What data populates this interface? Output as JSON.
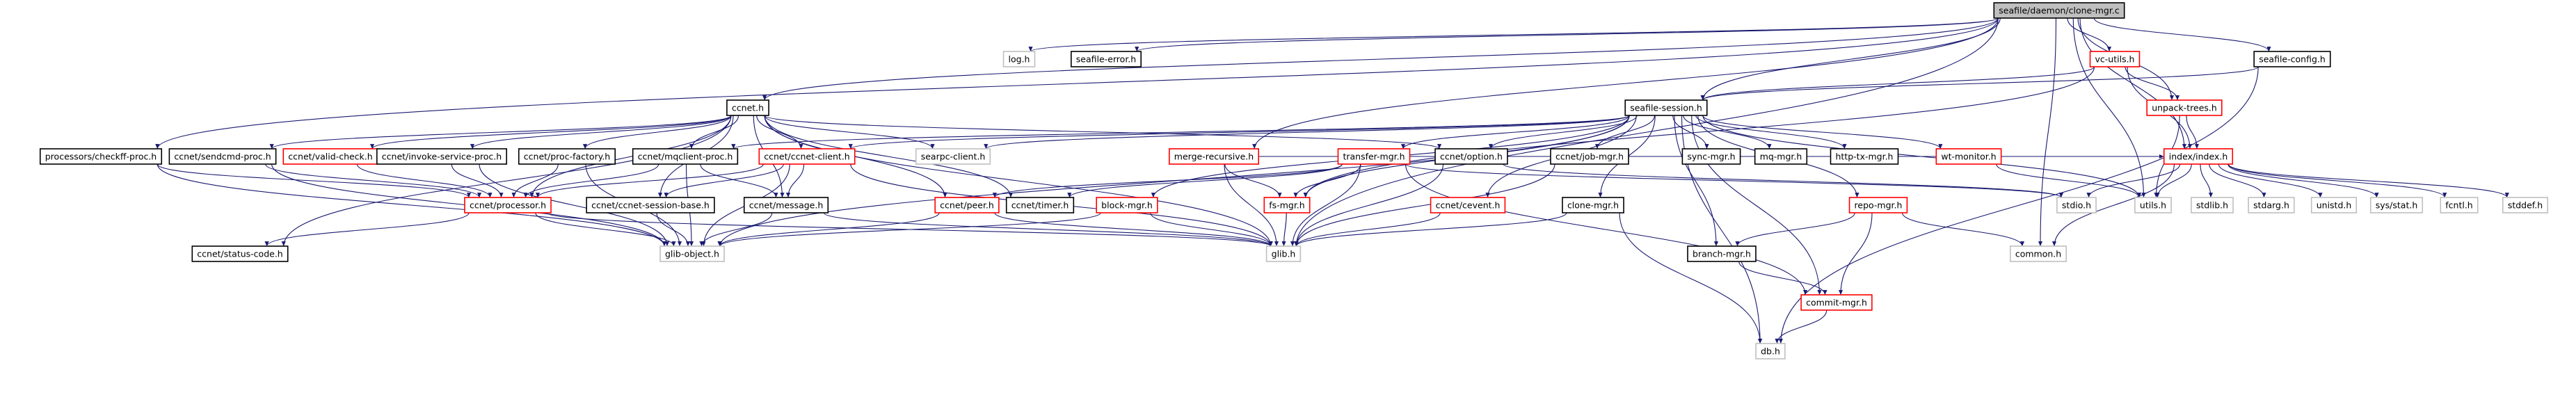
{
  "graph": {
    "root": "seafile/daemon/clone-mgr.c",
    "colors": {
      "edge": "#191970",
      "root_fill": "#bfbfbf",
      "normal_stroke": "#000000",
      "highlight_stroke": "#ff0000",
      "external_stroke": "#bfbfbf",
      "text": "#000000"
    },
    "nodes": [
      {
        "id": "clone_mgr_c",
        "label": "seafile/daemon/clone-mgr.c",
        "kind": "root"
      },
      {
        "id": "log_h",
        "label": "log.h",
        "kind": "external"
      },
      {
        "id": "seafile_error_h",
        "label": "seafile-error.h",
        "kind": "normal"
      },
      {
        "id": "vc_utils_h",
        "label": "vc-utils.h",
        "kind": "highlight"
      },
      {
        "id": "seafile_config_h",
        "label": "seafile-config.h",
        "kind": "normal"
      },
      {
        "id": "ccnet_h",
        "label": "ccnet.h",
        "kind": "normal"
      },
      {
        "id": "seafile_session_h",
        "label": "seafile-session.h",
        "kind": "normal"
      },
      {
        "id": "unpack_trees_h",
        "label": "unpack-trees.h",
        "kind": "highlight"
      },
      {
        "id": "processors_checkff_h",
        "label": "processors/checkff-proc.h",
        "kind": "normal"
      },
      {
        "id": "ccnet_sendcmd_h",
        "label": "ccnet/sendcmd-proc.h",
        "kind": "normal"
      },
      {
        "id": "ccnet_valid_check_h",
        "label": "ccnet/valid-check.h",
        "kind": "highlight"
      },
      {
        "id": "ccnet_invoke_h",
        "label": "ccnet/invoke-service-proc.h",
        "kind": "normal"
      },
      {
        "id": "ccnet_proc_factory_h",
        "label": "ccnet/proc-factory.h",
        "kind": "normal"
      },
      {
        "id": "ccnet_mqclient_h",
        "label": "ccnet/mqclient-proc.h",
        "kind": "normal"
      },
      {
        "id": "ccnet_ccnet_client_h",
        "label": "ccnet/ccnet-client.h",
        "kind": "highlight"
      },
      {
        "id": "searpc_client_h",
        "label": "searpc-client.h",
        "kind": "external"
      },
      {
        "id": "merge_recursive_h",
        "label": "merge-recursive.h",
        "kind": "highlight"
      },
      {
        "id": "transfer_mgr_h",
        "label": "transfer-mgr.h",
        "kind": "highlight"
      },
      {
        "id": "ccnet_option_h",
        "label": "ccnet/option.h",
        "kind": "normal"
      },
      {
        "id": "ccnet_job_mgr_h",
        "label": "ccnet/job-mgr.h",
        "kind": "normal"
      },
      {
        "id": "sync_mgr_h",
        "label": "sync-mgr.h",
        "kind": "normal"
      },
      {
        "id": "mq_mgr_h",
        "label": "mq-mgr.h",
        "kind": "normal"
      },
      {
        "id": "http_tx_mgr_h",
        "label": "http-tx-mgr.h",
        "kind": "normal"
      },
      {
        "id": "wt_monitor_h",
        "label": "wt-monitor.h",
        "kind": "highlight"
      },
      {
        "id": "index_index_h",
        "label": "index/index.h",
        "kind": "highlight"
      },
      {
        "id": "ccnet_processor_h",
        "label": "ccnet/processor.h",
        "kind": "highlight"
      },
      {
        "id": "ccnet_session_base_h",
        "label": "ccnet/ccnet-session-base.h",
        "kind": "normal"
      },
      {
        "id": "ccnet_message_h",
        "label": "ccnet/message.h",
        "kind": "normal"
      },
      {
        "id": "ccnet_peer_h",
        "label": "ccnet/peer.h",
        "kind": "highlight"
      },
      {
        "id": "block_mgr_h",
        "label": "block-mgr.h",
        "kind": "highlight"
      },
      {
        "id": "ccnet_timer_h",
        "label": "ccnet/timer.h",
        "kind": "normal"
      },
      {
        "id": "fs_mgr_h",
        "label": "fs-mgr.h",
        "kind": "highlight"
      },
      {
        "id": "ccnet_cevent_h",
        "label": "ccnet/cevent.h",
        "kind": "highlight"
      },
      {
        "id": "clone_mgr_h",
        "label": "clone-mgr.h",
        "kind": "normal"
      },
      {
        "id": "repo_mgr_h",
        "label": "repo-mgr.h",
        "kind": "highlight"
      },
      {
        "id": "stdio_h",
        "label": "stdio.h",
        "kind": "external"
      },
      {
        "id": "utils_h",
        "label": "utils.h",
        "kind": "external"
      },
      {
        "id": "stdlib_h",
        "label": "stdlib.h",
        "kind": "external"
      },
      {
        "id": "stdarg_h",
        "label": "stdarg.h",
        "kind": "external"
      },
      {
        "id": "unistd_h",
        "label": "unistd.h",
        "kind": "external"
      },
      {
        "id": "sys_stat_h",
        "label": "sys/stat.h",
        "kind": "external"
      },
      {
        "id": "fcntl_h",
        "label": "fcntl.h",
        "kind": "external"
      },
      {
        "id": "stddef_h",
        "label": "stddef.h",
        "kind": "external"
      },
      {
        "id": "ccnet_status_code_h",
        "label": "ccnet/status-code.h",
        "kind": "normal"
      },
      {
        "id": "glib_object_h",
        "label": "glib-object.h",
        "kind": "external"
      },
      {
        "id": "glib_h",
        "label": "glib.h",
        "kind": "external"
      },
      {
        "id": "branch_mgr_h",
        "label": "branch-mgr.h",
        "kind": "normal"
      },
      {
        "id": "common_h",
        "label": "common.h",
        "kind": "external"
      },
      {
        "id": "commit_mgr_h",
        "label": "commit-mgr.h",
        "kind": "highlight"
      },
      {
        "id": "db_h",
        "label": "db.h",
        "kind": "external"
      }
    ],
    "edges": [
      [
        "clone_mgr_c",
        "log_h"
      ],
      [
        "clone_mgr_c",
        "seafile_error_h"
      ],
      [
        "clone_mgr_c",
        "vc_utils_h"
      ],
      [
        "clone_mgr_c",
        "seafile_config_h"
      ],
      [
        "clone_mgr_c",
        "ccnet_h"
      ],
      [
        "clone_mgr_c",
        "seafile_session_h"
      ],
      [
        "clone_mgr_c",
        "unpack_trees_h"
      ],
      [
        "clone_mgr_c",
        "index_index_h"
      ],
      [
        "clone_mgr_c",
        "processors_checkff_h"
      ],
      [
        "clone_mgr_c",
        "merge_recursive_h"
      ],
      [
        "clone_mgr_c",
        "utils_h"
      ],
      [
        "clone_mgr_c",
        "common_h"
      ],
      [
        "clone_mgr_c",
        "glib_h"
      ],
      [
        "vc_utils_h",
        "seafile_session_h"
      ],
      [
        "vc_utils_h",
        "unpack_trees_h"
      ],
      [
        "vc_utils_h",
        "index_index_h"
      ],
      [
        "vc_utils_h",
        "fs_mgr_h"
      ],
      [
        "seafile_config_h",
        "seafile_session_h"
      ],
      [
        "seafile_config_h",
        "db_h"
      ],
      [
        "unpack_trees_h",
        "index_index_h"
      ],
      [
        "unpack_trees_h",
        "utils_h"
      ],
      [
        "ccnet_h",
        "ccnet_sendcmd_h"
      ],
      [
        "ccnet_h",
        "ccnet_valid_check_h"
      ],
      [
        "ccnet_h",
        "ccnet_invoke_h"
      ],
      [
        "ccnet_h",
        "ccnet_proc_factory_h"
      ],
      [
        "ccnet_h",
        "ccnet_mqclient_h"
      ],
      [
        "ccnet_h",
        "ccnet_ccnet_client_h"
      ],
      [
        "ccnet_h",
        "searpc_client_h"
      ],
      [
        "ccnet_h",
        "ccnet_option_h"
      ],
      [
        "ccnet_h",
        "ccnet_processor_h"
      ],
      [
        "ccnet_h",
        "ccnet_session_base_h"
      ],
      [
        "ccnet_h",
        "ccnet_message_h"
      ],
      [
        "ccnet_h",
        "ccnet_peer_h"
      ],
      [
        "ccnet_h",
        "ccnet_timer_h"
      ],
      [
        "ccnet_h",
        "ccnet_status_code_h"
      ],
      [
        "ccnet_h",
        "glib_h"
      ],
      [
        "seafile_session_h",
        "ccnet_mqclient_h"
      ],
      [
        "seafile_session_h",
        "ccnet_ccnet_client_h"
      ],
      [
        "seafile_session_h",
        "searpc_client_h"
      ],
      [
        "seafile_session_h",
        "block_mgr_h"
      ],
      [
        "seafile_session_h",
        "fs_mgr_h"
      ],
      [
        "seafile_session_h",
        "transfer_mgr_h"
      ],
      [
        "seafile_session_h",
        "ccnet_option_h"
      ],
      [
        "seafile_session_h",
        "ccnet_job_mgr_h"
      ],
      [
        "seafile_session_h",
        "sync_mgr_h"
      ],
      [
        "seafile_session_h",
        "mq_mgr_h"
      ],
      [
        "seafile_session_h",
        "http_tx_mgr_h"
      ],
      [
        "seafile_session_h",
        "wt_monitor_h"
      ],
      [
        "seafile_session_h",
        "ccnet_cevent_h"
      ],
      [
        "seafile_session_h",
        "clone_mgr_h"
      ],
      [
        "seafile_session_h",
        "branch_mgr_h"
      ],
      [
        "seafile_session_h",
        "repo_mgr_h"
      ],
      [
        "seafile_session_h",
        "commit_mgr_h"
      ],
      [
        "seafile_session_h",
        "db_h"
      ],
      [
        "seafile_session_h",
        "utils_h"
      ],
      [
        "seafile_session_h",
        "glib_object_h"
      ],
      [
        "processors_checkff_h",
        "ccnet_processor_h"
      ],
      [
        "processors_checkff_h",
        "glib_object_h"
      ],
      [
        "ccnet_sendcmd_h",
        "ccnet_processor_h"
      ],
      [
        "ccnet_sendcmd_h",
        "glib_object_h"
      ],
      [
        "ccnet_valid_check_h",
        "ccnet_processor_h"
      ],
      [
        "ccnet_invoke_h",
        "ccnet_processor_h"
      ],
      [
        "ccnet_invoke_h",
        "glib_object_h"
      ],
      [
        "ccnet_proc_factory_h",
        "ccnet_processor_h"
      ],
      [
        "ccnet_proc_factory_h",
        "glib_object_h"
      ],
      [
        "ccnet_mqclient_h",
        "ccnet_processor_h"
      ],
      [
        "ccnet_mqclient_h",
        "ccnet_message_h"
      ],
      [
        "ccnet_mqclient_h",
        "glib_object_h"
      ],
      [
        "ccnet_ccnet_client_h",
        "ccnet_processor_h"
      ],
      [
        "ccnet_ccnet_client_h",
        "ccnet_session_base_h"
      ],
      [
        "ccnet_ccnet_client_h",
        "ccnet_message_h"
      ],
      [
        "ccnet_ccnet_client_h",
        "glib_object_h"
      ],
      [
        "ccnet_ccnet_client_h",
        "glib_h"
      ],
      [
        "merge_recursive_h",
        "fs_mgr_h"
      ],
      [
        "merge_recursive_h",
        "glib_h"
      ],
      [
        "merge_recursive_h",
        "index_index_h"
      ],
      [
        "transfer_mgr_h",
        "ccnet_peer_h"
      ],
      [
        "transfer_mgr_h",
        "ccnet_timer_h"
      ],
      [
        "transfer_mgr_h",
        "fs_mgr_h"
      ],
      [
        "transfer_mgr_h",
        "glib_h"
      ],
      [
        "transfer_mgr_h",
        "commit_mgr_h"
      ],
      [
        "transfer_mgr_h",
        "stdio_h"
      ],
      [
        "ccnet_option_h",
        "glib_h"
      ],
      [
        "ccnet_option_h",
        "stdio_h"
      ],
      [
        "ccnet_job_mgr_h",
        "glib_h"
      ],
      [
        "wt_monitor_h",
        "utils_h"
      ],
      [
        "index_index_h",
        "stdio_h"
      ],
      [
        "index_index_h",
        "utils_h"
      ],
      [
        "index_index_h",
        "stdlib_h"
      ],
      [
        "index_index_h",
        "stdarg_h"
      ],
      [
        "index_index_h",
        "unistd_h"
      ],
      [
        "index_index_h",
        "sys_stat_h"
      ],
      [
        "index_index_h",
        "fcntl_h"
      ],
      [
        "index_index_h",
        "stddef_h"
      ],
      [
        "index_index_h",
        "common_h"
      ],
      [
        "ccnet_processor_h",
        "ccnet_status_code_h"
      ],
      [
        "ccnet_processor_h",
        "glib_object_h"
      ],
      [
        "ccnet_processor_h",
        "glib_h"
      ],
      [
        "ccnet_session_base_h",
        "glib_object_h"
      ],
      [
        "ccnet_message_h",
        "glib_object_h"
      ],
      [
        "ccnet_message_h",
        "glib_h"
      ],
      [
        "ccnet_peer_h",
        "glib_object_h"
      ],
      [
        "ccnet_peer_h",
        "glib_h"
      ],
      [
        "block_mgr_h",
        "glib_h"
      ],
      [
        "block_mgr_h",
        "glib_object_h"
      ],
      [
        "fs_mgr_h",
        "glib_h"
      ],
      [
        "ccnet_cevent_h",
        "glib_h"
      ],
      [
        "clone_mgr_h",
        "glib_h"
      ],
      [
        "clone_mgr_h",
        "db_h"
      ],
      [
        "repo_mgr_h",
        "branch_mgr_h"
      ],
      [
        "repo_mgr_h",
        "commit_mgr_h"
      ],
      [
        "repo_mgr_h",
        "common_h"
      ],
      [
        "branch_mgr_h",
        "commit_mgr_h"
      ],
      [
        "commit_mgr_h",
        "db_h"
      ]
    ]
  }
}
